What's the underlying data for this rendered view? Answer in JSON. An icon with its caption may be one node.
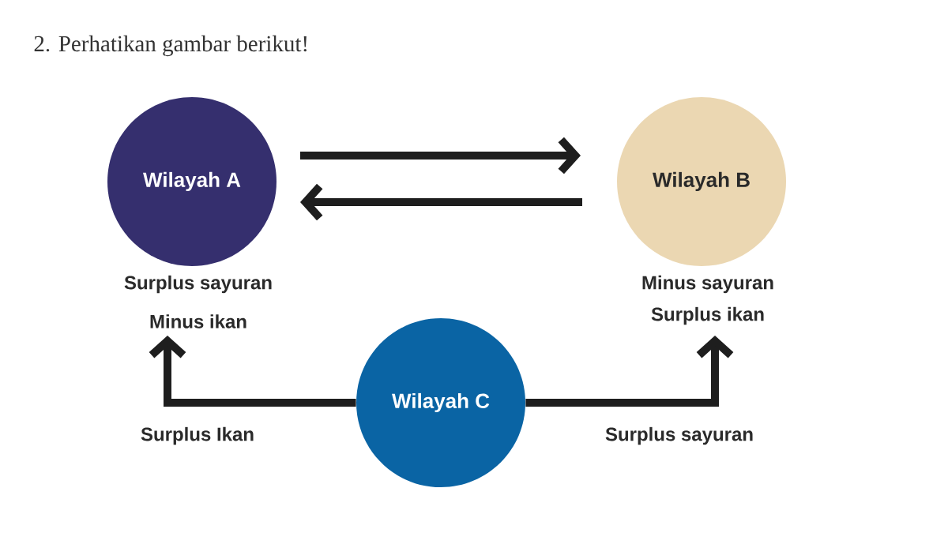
{
  "diagram": {
    "title": "2. Perhatikan gambar berikut!",
    "nodes": [
      {
        "text": [
          "Wilayah A"
        ],
        "beside": [
          "Surplus sayuran",
          "Minus ikan"
        ]
      },
      {
        "text": [
          "Wilayah B"
        ],
        "beside": [
          "Minus sayuran",
          "Surplus ikan"
        ]
      },
      {
        "text": [
          "Wilayah C"
        ]
      }
    ],
    "edges": [
      {
        "from": 0,
        "to": 1,
        "arrow": "to"
      },
      {
        "from": 1,
        "to": 0,
        "arrow": "to"
      },
      {
        "from": 2,
        "to": 0,
        "arrow": "to",
        "label": "Surplus Ikan"
      },
      {
        "from": 2,
        "to": 1,
        "arrow": "to",
        "label": "Surplus sayuran"
      }
    ]
  }
}
